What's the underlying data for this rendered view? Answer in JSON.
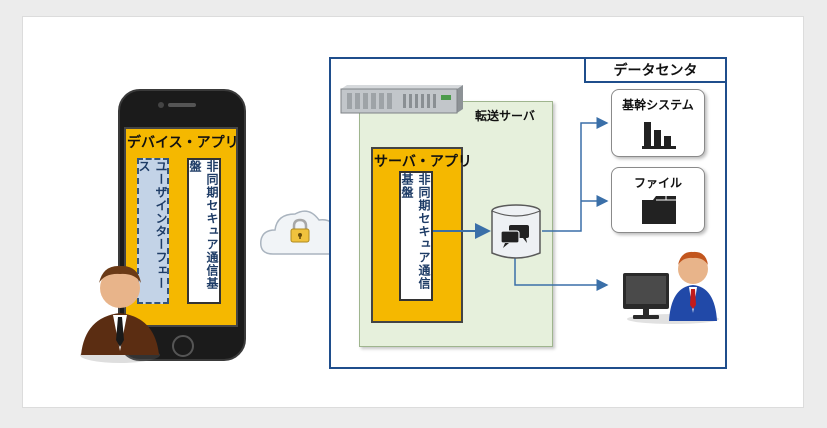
{
  "device": {
    "title": "デバイス・アプリ",
    "ui_label": "ユーザインターフェース",
    "comm_label": "非同期セキュア通信基盤"
  },
  "cloud": {
    "icon": "padlock-icon"
  },
  "datacenter": {
    "title": "データセンタ",
    "relay_label": "転送サーバ",
    "server_app": {
      "title": "サーバ・アプリ",
      "comm_label": "非同期セキュア通信基盤"
    },
    "targets": [
      {
        "label": "基幹システム",
        "icon": "bar-chart-icon"
      },
      {
        "label": "ファイル",
        "icon": "folder-icon"
      }
    ]
  },
  "colors": {
    "orange": "#f5b800",
    "navy": "#1f4e8c",
    "arrow": "#3a6fa8",
    "green_panel": "#e6f0dc"
  }
}
